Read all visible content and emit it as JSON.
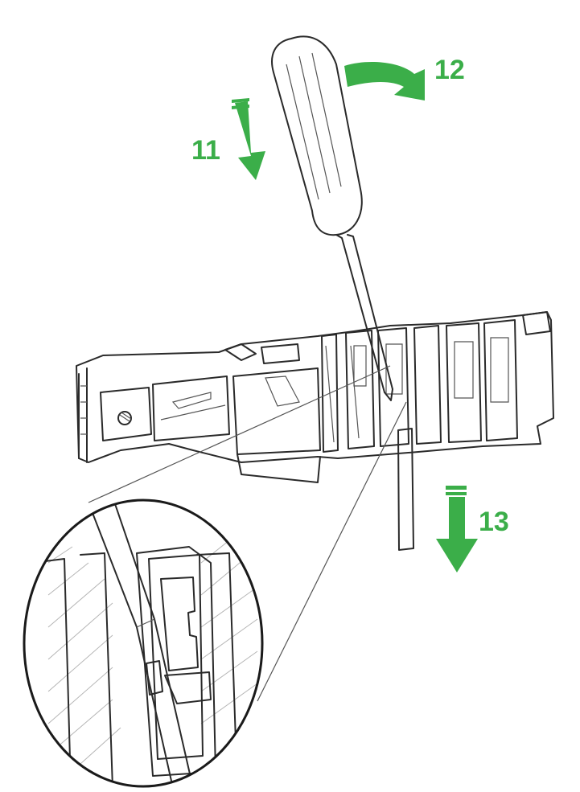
{
  "colors": {
    "arrow": "#3bae49",
    "line": "#2a2a2a",
    "background": "#ffffff"
  },
  "steps": [
    {
      "label": "11",
      "direction": "down"
    },
    {
      "label": "12",
      "direction": "rotate-clockwise"
    },
    {
      "label": "13",
      "direction": "down"
    }
  ],
  "icons": {
    "tool": "screwdriver-icon",
    "part": "connector-housing-icon",
    "detail": "magnified-detail-icon"
  }
}
